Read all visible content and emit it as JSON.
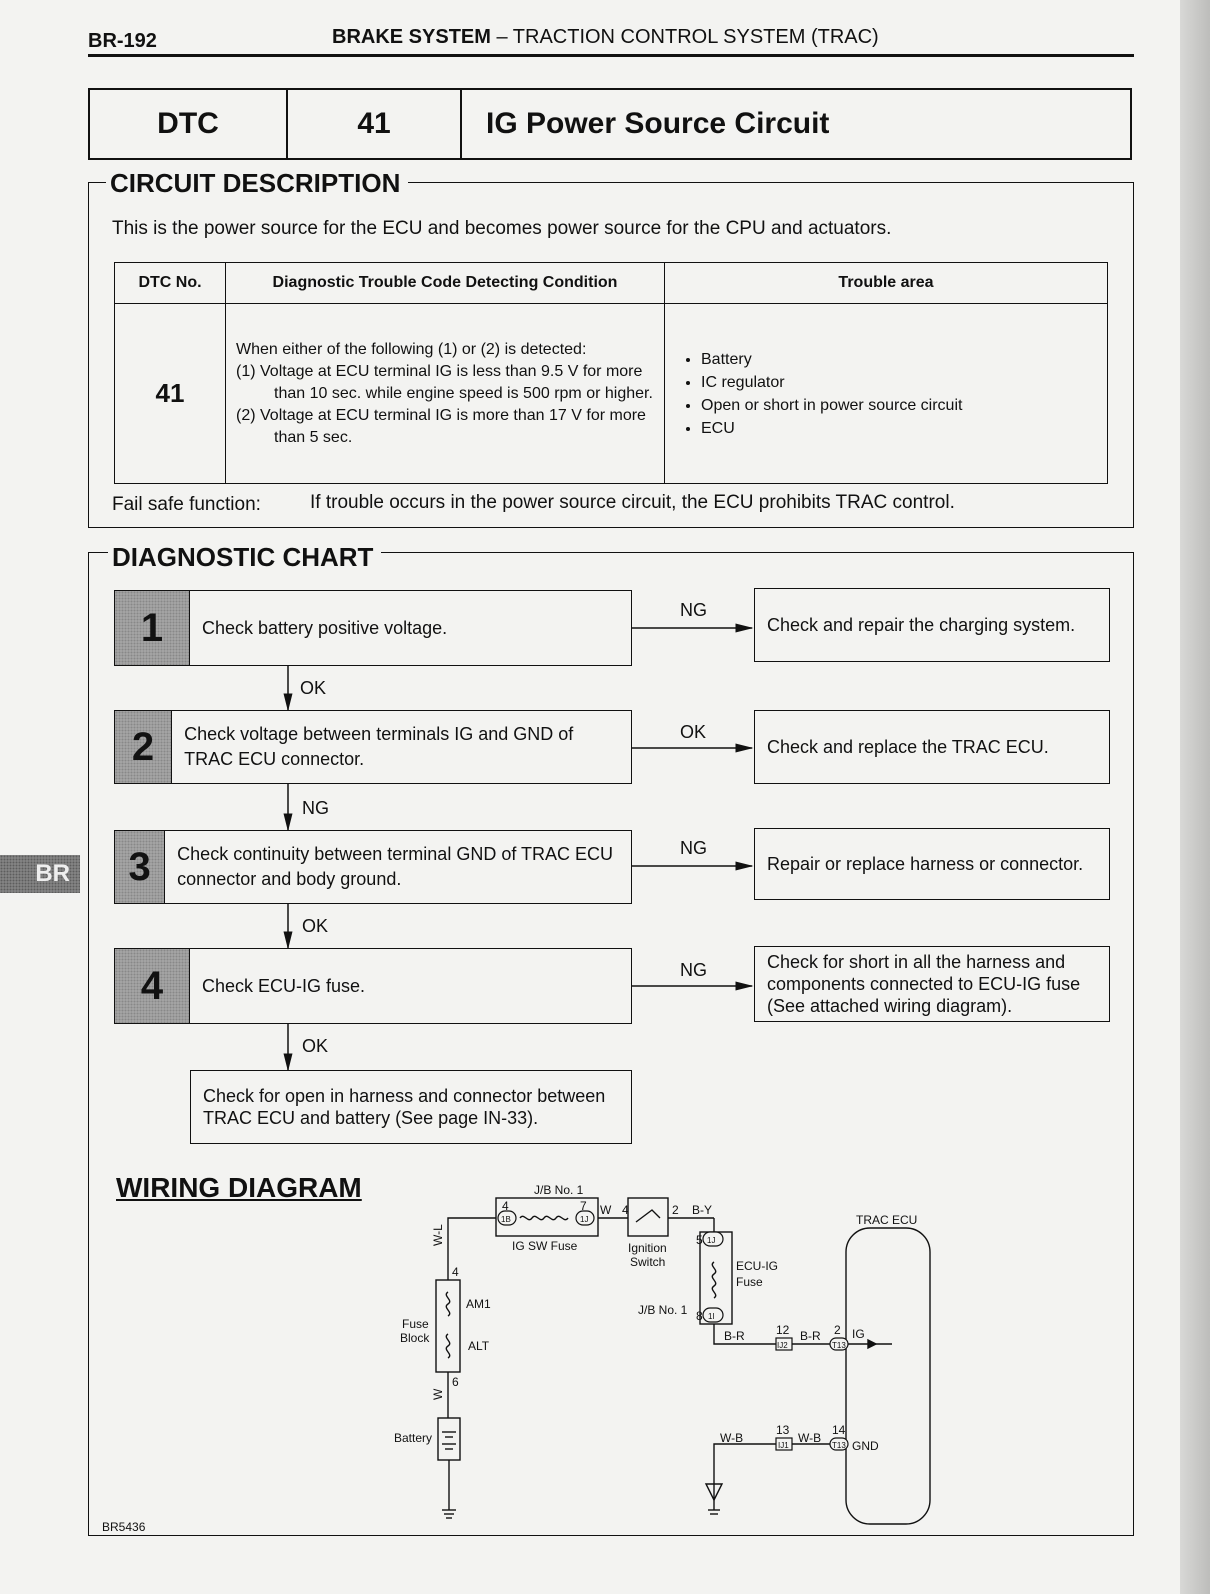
{
  "header": {
    "page_number": "BR-192",
    "section_bold": "BRAKE SYSTEM",
    "section_rest": " – TRACTION CONTROL SYSTEM (TRAC)"
  },
  "dtc_bar": {
    "label": "DTC",
    "code": "41",
    "title": "IG Power Source Circuit"
  },
  "circuit_description": {
    "title": "CIRCUIT DESCRIPTION",
    "text": "This is the power source for the ECU and becomes power source for the CPU and actuators.",
    "table": {
      "headers": [
        "DTC No.",
        "Diagnostic Trouble Code Detecting Condition",
        "Trouble area"
      ],
      "dtc_no": "41",
      "condition_intro": "When either of the following (1) or (2) is detected:",
      "condition_1": "(1)  Voltage at ECU terminal IG is less than 9.5 V for more than 10 sec. while engine speed is 500 rpm or higher.",
      "condition_2": "(2)  Voltage at ECU terminal IG is more than 17 V for more than 5 sec.",
      "trouble_areas": [
        "Battery",
        "IC regulator",
        "Open or short in power source circuit",
        "ECU"
      ]
    },
    "fail_safe_label": "Fail safe function:",
    "fail_safe_text": "If trouble occurs in the power source circuit, the ECU prohibits TRAC control."
  },
  "diagnostic_chart": {
    "title": "DIAGNOSTIC CHART",
    "steps": [
      {
        "num": "1",
        "text": "Check battery positive voltage.",
        "side_label": "NG",
        "side_result": "Check and repair the charging system.",
        "down_label": "OK"
      },
      {
        "num": "2",
        "text": "Check voltage between terminals IG and GND of TRAC ECU connector.",
        "side_label": "OK",
        "side_result": "Check and replace the TRAC ECU.",
        "down_label": "NG"
      },
      {
        "num": "3",
        "text": "Check continuity between terminal GND of TRAC ECU connector and body ground.",
        "side_label": "NG",
        "side_result": "Repair or replace harness or connector.",
        "down_label": "OK"
      },
      {
        "num": "4",
        "text": "Check ECU-IG fuse.",
        "side_label": "NG",
        "side_result": "Check for short in all the harness and components connected to ECU-IG fuse (See attached wiring diagram).",
        "down_label": "OK"
      }
    ],
    "final": "Check for open in harness and connector between TRAC ECU and battery (See page IN-33)."
  },
  "wiring_diagram": {
    "title": "WIRING DIAGRAM",
    "labels": {
      "jb1_top": "J/B No. 1",
      "ig_sw_fuse": "IG SW Fuse",
      "ignition_switch": "Ignition\nSwitch",
      "ecu_ig_fuse": "ECU-IG\nFuse",
      "jb1_side": "J/B No. 1",
      "trac_ecu": "TRAC ECU",
      "fuse_block": "Fuse\nBlock",
      "am1": "AM1",
      "alt": "ALT",
      "battery": "Battery",
      "ig": "IG",
      "gnd": "GND",
      "wire_wl": "W-L",
      "wire_w": "W",
      "wire_by": "B-Y",
      "wire_br": "B-R",
      "wire_wb": "W-B",
      "pins": [
        "4",
        "7",
        "4",
        "2",
        "5",
        "8",
        "12",
        "2",
        "13",
        "14",
        "4",
        "6"
      ],
      "connectors": [
        "1B",
        "1J",
        "1J",
        "1I",
        "IJ2",
        "T13",
        "IJ1",
        "T13"
      ]
    },
    "figure_code": "BR5436"
  },
  "side_tab": "BR"
}
